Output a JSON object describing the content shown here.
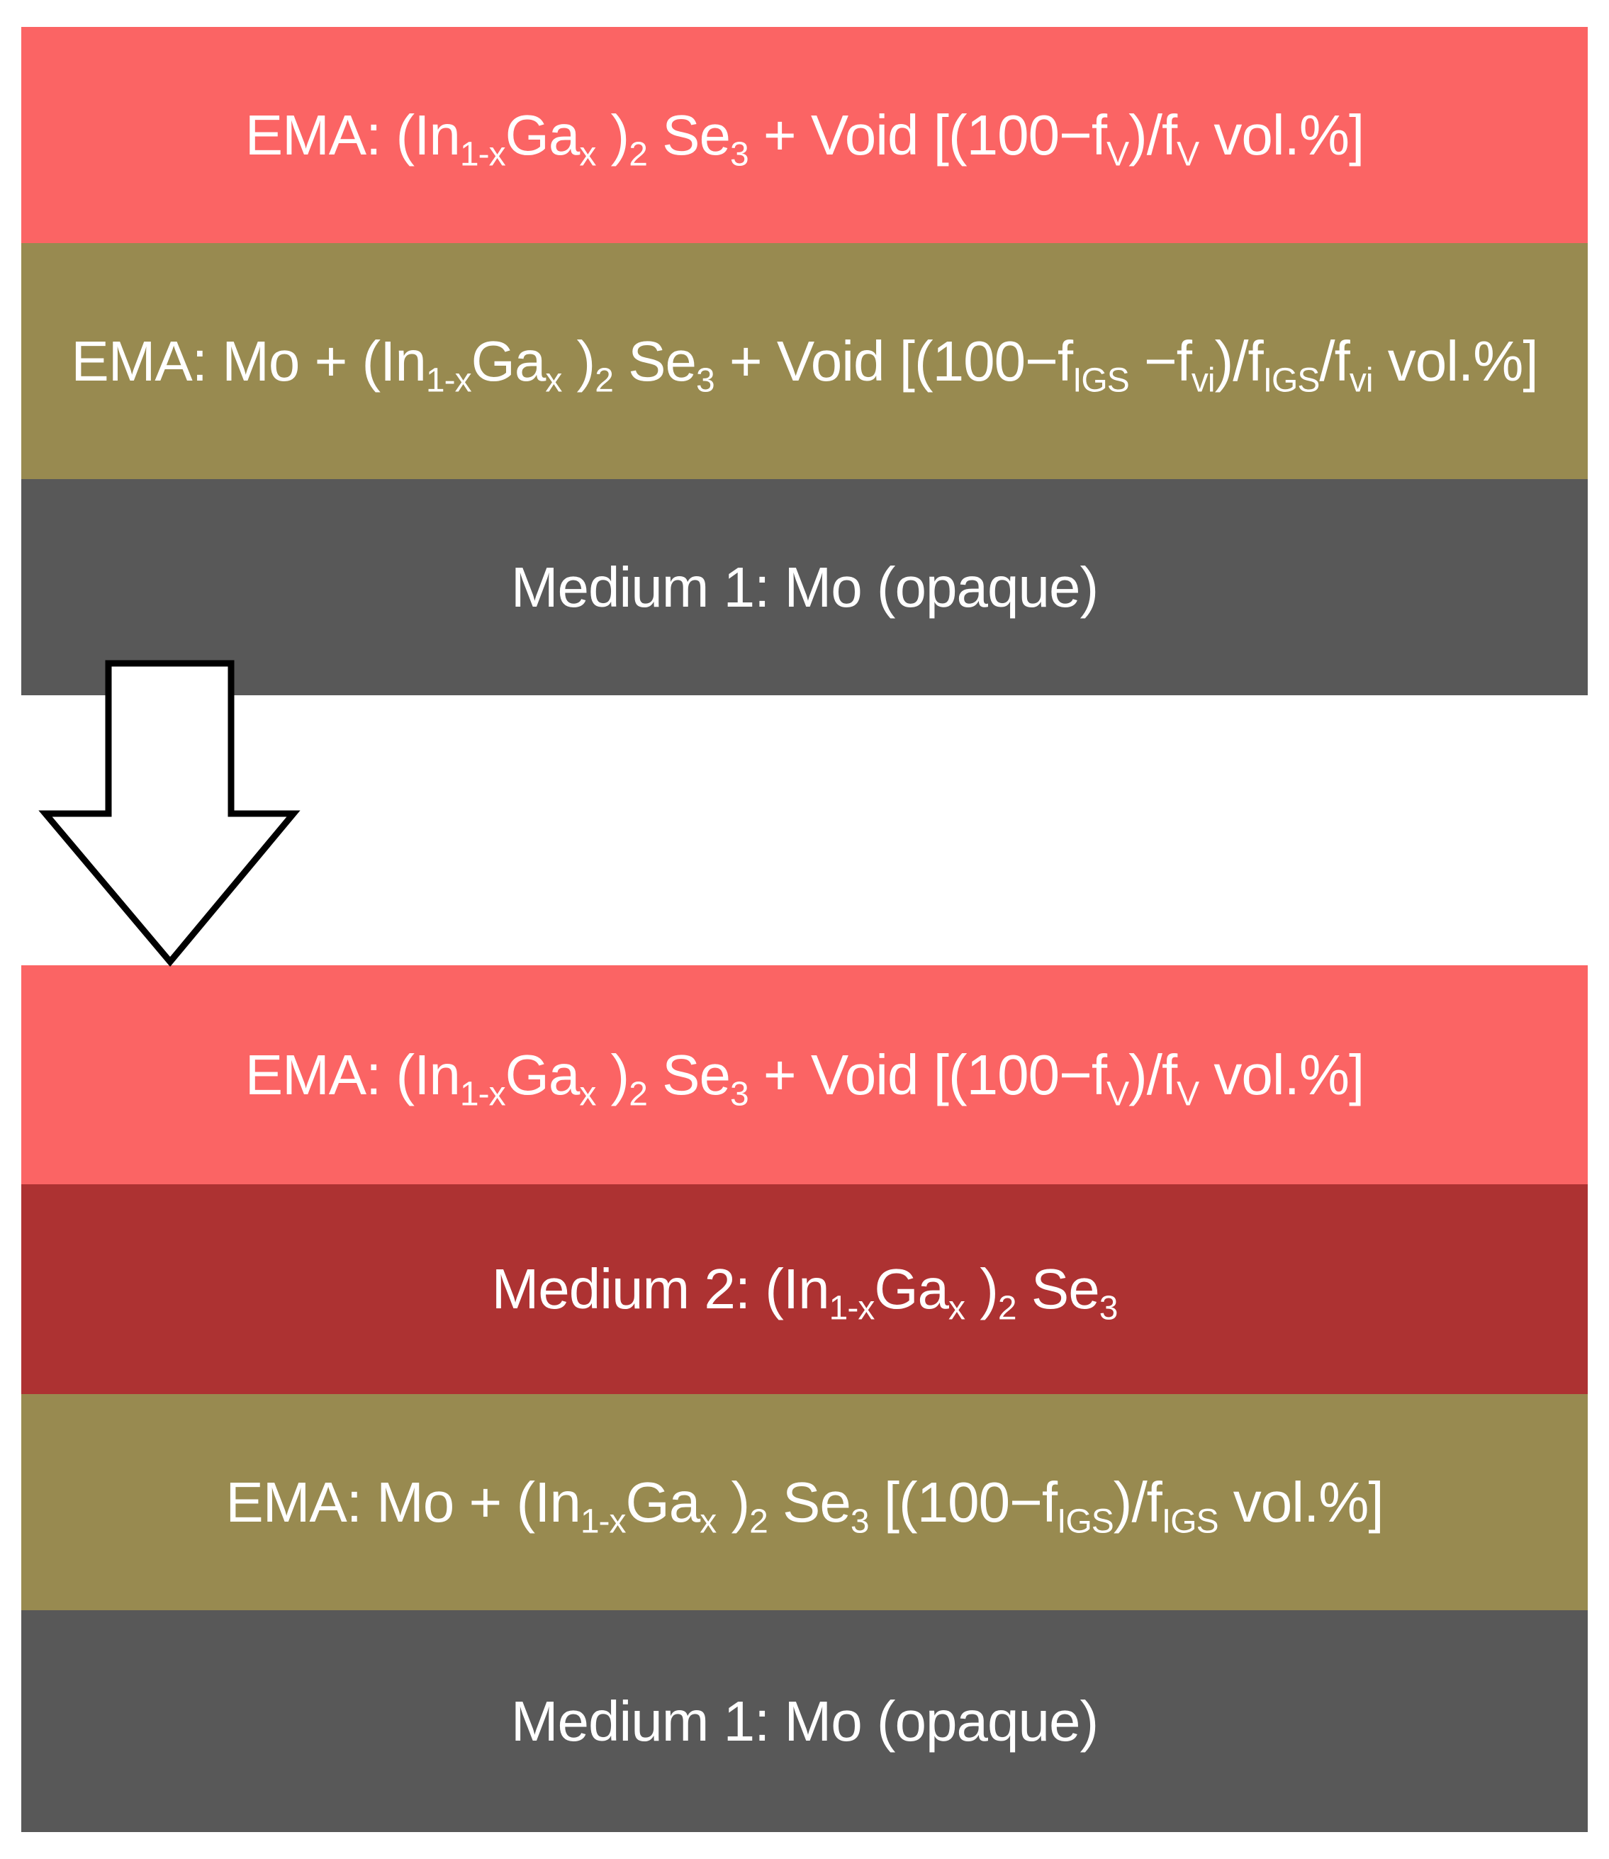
{
  "colors": {
    "void_ema": "#fb6464",
    "mixed_ema": "#988a50",
    "molybdenum": "#585858",
    "igs_medium": "#ad3232",
    "text": "#ffffff",
    "arrow_stroke": "#000000",
    "arrow_fill": "#ffffff"
  },
  "layers": [
    {
      "id": "l1",
      "name": "top-layer-ema-void",
      "color": "void_ema",
      "parts": [
        {
          "t": "EMA: (In"
        },
        {
          "sub": "1-x"
        },
        {
          "t": "Ga"
        },
        {
          "sub": "x"
        },
        {
          "t": " )"
        },
        {
          "sub": "2"
        },
        {
          "t": " Se"
        },
        {
          "sub": "3"
        },
        {
          "t": " + Void [(100−f"
        },
        {
          "sub": "V"
        },
        {
          "t": ")/f"
        },
        {
          "sub": "V"
        },
        {
          "t": " vol.%]"
        }
      ]
    },
    {
      "id": "l2",
      "name": "top-layer-ema-mo-igs-void",
      "color": "mixed_ema",
      "parts": [
        {
          "t": "EMA: Mo + (In"
        },
        {
          "sub": "1-x"
        },
        {
          "t": "Ga"
        },
        {
          "sub": "x"
        },
        {
          "t": " )"
        },
        {
          "sub": "2"
        },
        {
          "t": " Se"
        },
        {
          "sub": "3"
        },
        {
          "t": " + Void [(100−f"
        },
        {
          "sub": "IGS"
        },
        {
          "t": " −f"
        },
        {
          "sub": "vi"
        },
        {
          "t": ")/f"
        },
        {
          "sub": "IGS"
        },
        {
          "t": "/f"
        },
        {
          "sub": "vi"
        },
        {
          "t": " vol.%]"
        }
      ]
    },
    {
      "id": "l3",
      "name": "top-layer-medium-1-mo",
      "color": "molybdenum",
      "parts": [
        {
          "t": "Medium 1: Mo (opaque)"
        }
      ]
    },
    {
      "id": "l4",
      "name": "bottom-layer-ema-void",
      "color": "void_ema",
      "parts": [
        {
          "t": "EMA: (In"
        },
        {
          "sub": "1-x"
        },
        {
          "t": "Ga"
        },
        {
          "sub": "x"
        },
        {
          "t": " )"
        },
        {
          "sub": "2"
        },
        {
          "t": " Se"
        },
        {
          "sub": "3"
        },
        {
          "t": " + Void [(100−f"
        },
        {
          "sub": "V"
        },
        {
          "t": ")/f"
        },
        {
          "sub": "V"
        },
        {
          "t": " vol.%]"
        }
      ]
    },
    {
      "id": "l5",
      "name": "bottom-layer-medium-2-igs",
      "color": "igs_medium",
      "parts": [
        {
          "t": "Medium 2: (In"
        },
        {
          "sub": "1-x"
        },
        {
          "t": "Ga"
        },
        {
          "sub": "x"
        },
        {
          "t": " )"
        },
        {
          "sub": "2"
        },
        {
          "t": " Se"
        },
        {
          "sub": "3"
        }
      ]
    },
    {
      "id": "l6",
      "name": "bottom-layer-ema-mo-igs",
      "color": "mixed_ema",
      "parts": [
        {
          "t": "EMA: Mo + (In"
        },
        {
          "sub": "1-x"
        },
        {
          "t": "Ga"
        },
        {
          "sub": "x"
        },
        {
          "t": " )"
        },
        {
          "sub": "2"
        },
        {
          "t": " Se"
        },
        {
          "sub": "3"
        },
        {
          "t": " [(100−f"
        },
        {
          "sub": "IGS"
        },
        {
          "t": ")/f"
        },
        {
          "sub": "IGS"
        },
        {
          "t": " vol.%]"
        }
      ]
    },
    {
      "id": "l7",
      "name": "bottom-layer-medium-1-mo",
      "color": "molybdenum",
      "parts": [
        {
          "t": "Medium 1: Mo (opaque)"
        }
      ]
    }
  ]
}
